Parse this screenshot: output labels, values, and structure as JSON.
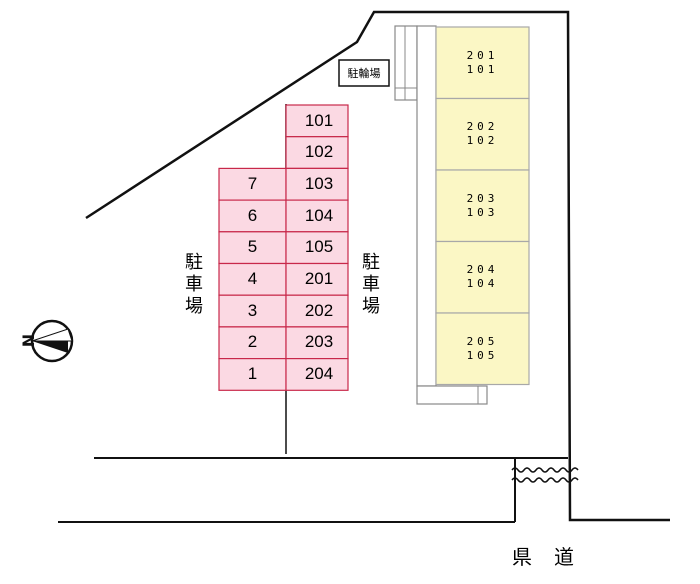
{
  "parking_left_label": "駐車場",
  "parking_right_label": "駐車場",
  "bicycle_parking_label": "駐輪場",
  "road_label": "県道",
  "parking_rows": [
    {
      "left": "",
      "right": "101"
    },
    {
      "left": "",
      "right": "102"
    },
    {
      "left": "7",
      "right": "103"
    },
    {
      "left": "6",
      "right": "104"
    },
    {
      "left": "5",
      "right": "105"
    },
    {
      "left": "4",
      "right": "201"
    },
    {
      "left": "3",
      "right": "202"
    },
    {
      "left": "2",
      "right": "203"
    },
    {
      "left": "1",
      "right": "204"
    }
  ],
  "building_units": [
    {
      "upper": "201",
      "lower": "101"
    },
    {
      "upper": "202",
      "lower": "102"
    },
    {
      "upper": "203",
      "lower": "103"
    },
    {
      "upper": "204",
      "lower": "104"
    },
    {
      "upper": "205",
      "lower": "105"
    }
  ],
  "compass_label": "N",
  "colors": {
    "parking_fill": "#fbd9e3",
    "parking_border": "#c8284a",
    "building_fill": "#fbf7c5",
    "building_border": "#a8a8a8",
    "line": "#111111"
  }
}
